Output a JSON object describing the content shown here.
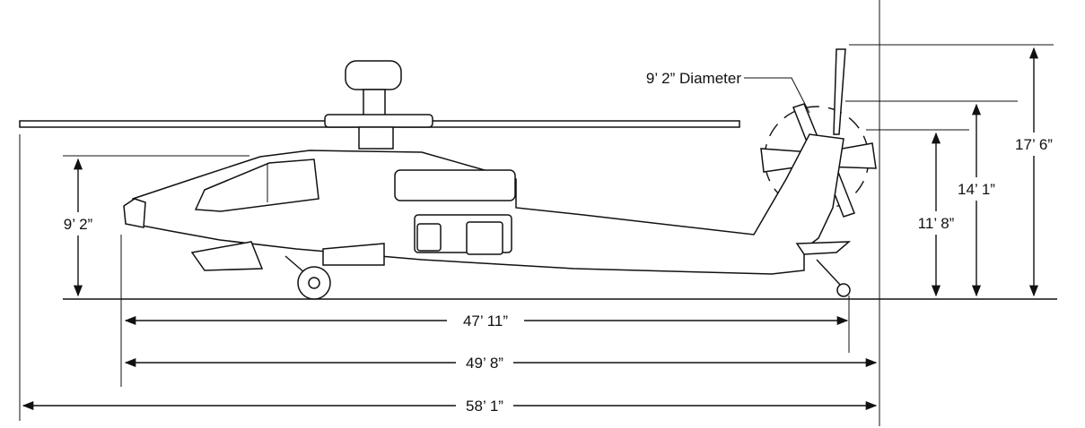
{
  "dimensions": {
    "fuselage_length": "47’ 11”",
    "overall_length": "49’ 8”",
    "rotor_length": "58’ 1”",
    "nose_height": "9’ 2”",
    "tail_rotor_hub_height": "11’ 8”",
    "stabilizer_height": "14’ 1”",
    "total_height": "17’ 6”",
    "tail_rotor_diameter": "9’ 2” Diameter"
  }
}
